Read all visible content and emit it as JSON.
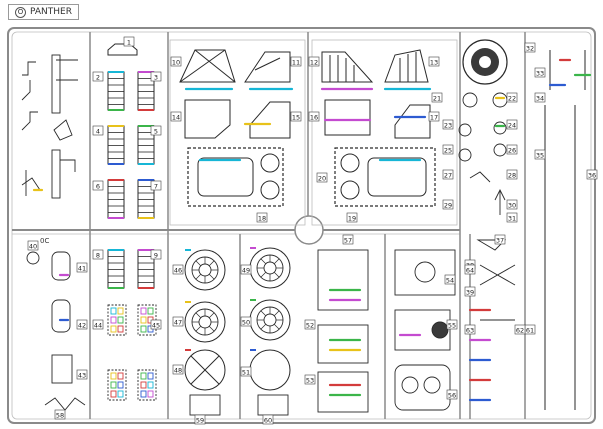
{
  "sprue": {
    "letter": "O",
    "name": "PANTHER",
    "gate_label": "0C"
  },
  "colors": {
    "frame": "#8a8a8a",
    "line": "#2a2a2a",
    "accent_cyan": "#16b6d6",
    "accent_magenta": "#c44bd0",
    "accent_yellow": "#e8c21a",
    "accent_green": "#3bb54a",
    "accent_red": "#d33b3b",
    "accent_blue": "#2d5bd1"
  },
  "part_numbers": [
    "1",
    "2",
    "3",
    "4",
    "5",
    "6",
    "7",
    "8",
    "9",
    "10",
    "11",
    "12",
    "13",
    "14",
    "15",
    "16",
    "17",
    "18",
    "19",
    "20",
    "21",
    "22",
    "23",
    "24",
    "25",
    "26",
    "27",
    "28",
    "29",
    "30",
    "31",
    "32",
    "33",
    "34",
    "35",
    "36",
    "37",
    "38",
    "39",
    "40",
    "41",
    "42",
    "43",
    "44",
    "45",
    "46",
    "47",
    "48",
    "49",
    "50",
    "51",
    "52",
    "53",
    "54",
    "55",
    "56",
    "57",
    "58",
    "59",
    "60",
    "61",
    "62",
    "63",
    "64"
  ]
}
